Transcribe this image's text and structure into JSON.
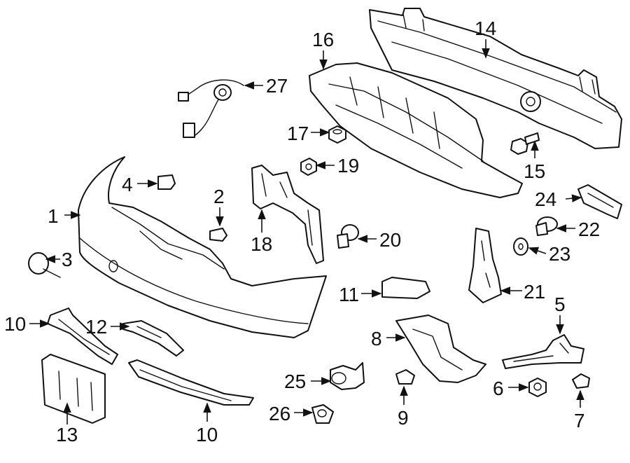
{
  "callouts": {
    "c1": "1",
    "c2": "2",
    "c3": "3",
    "c4": "4",
    "c5": "5",
    "c6": "6",
    "c7": "7",
    "c8": "8",
    "c9": "9",
    "c10a": "10",
    "c10b": "10",
    "c11": "11",
    "c12": "12",
    "c13": "13",
    "c14": "14",
    "c15": "15",
    "c16": "16",
    "c17": "17",
    "c18": "18",
    "c19": "19",
    "c20": "20",
    "c21": "21",
    "c22": "22",
    "c23": "23",
    "c24": "24",
    "c25": "25",
    "c26": "26",
    "c27": "27"
  }
}
